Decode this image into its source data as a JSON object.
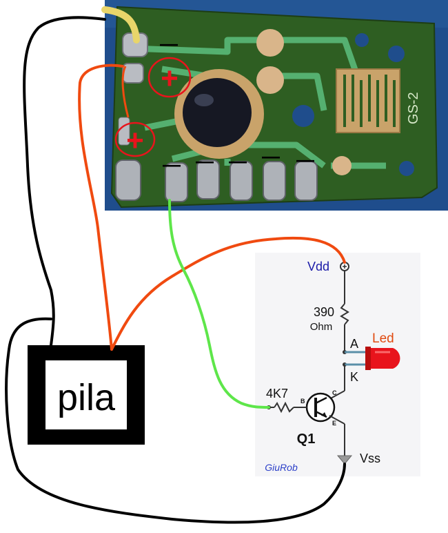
{
  "battery": {
    "label": "pila"
  },
  "board": {
    "silkscreen": "GS-2",
    "plus_marks": [
      "+",
      "+"
    ],
    "minus_marks": [
      "—",
      "—",
      "—",
      "—",
      "—",
      "—"
    ]
  },
  "schematic": {
    "vdd": "Vdd",
    "resistor_top_value": "390",
    "resistor_top_unit": "Ohm",
    "anode": "A",
    "cathode": "K",
    "led": "Led",
    "base_resistor": "4K7",
    "transistor": "Q1",
    "pin_b": "B",
    "pin_c": "C",
    "pin_e": "E",
    "vss": "Vss",
    "author": "GiuRob"
  },
  "colors": {
    "board_bg": "#1f4d8c",
    "pcb_green": "#2e5e22",
    "trace": "#55b070",
    "black_wire": "#000000",
    "red_wire": "#f04a10",
    "green_wire": "#5ee64a",
    "vdd_label": "#1a1aa8",
    "led_label": "#e04a10",
    "author_label": "#2a3ec8",
    "marker_red": "#e8141c"
  }
}
